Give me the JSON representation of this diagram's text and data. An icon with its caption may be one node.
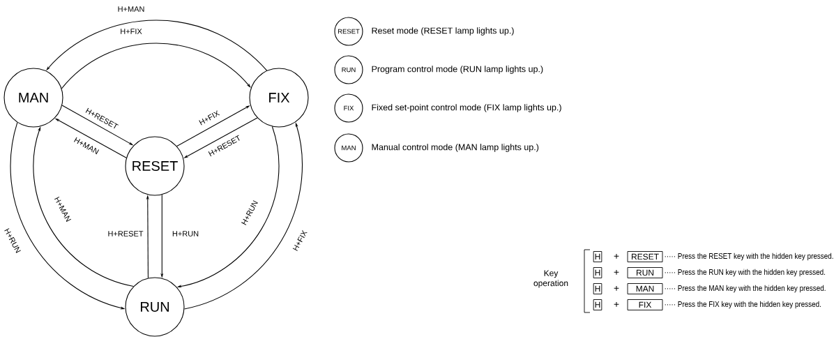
{
  "diagram": {
    "nodes": [
      {
        "text": [
          "MAN"
        ]
      },
      {
        "text": [
          "FIX"
        ]
      },
      {
        "text": [
          "RESET"
        ]
      },
      {
        "text": [
          "RUN"
        ]
      },
      {
        "text": [
          "RESET"
        ],
        "beside": [
          "Reset mode (RESET lamp lights up.)"
        ]
      },
      {
        "text": [
          "RUN"
        ],
        "beside": [
          "Program control mode (RUN lamp lights up.)"
        ]
      },
      {
        "text": [
          "FIX"
        ],
        "beside": [
          "Fixed set-point control mode (FIX lamp lights up.)"
        ]
      },
      {
        "text": [
          "MAN"
        ],
        "beside": [
          "Manual control mode (MAN lamp lights up.)"
        ]
      }
    ],
    "edges": [
      {
        "from": 1,
        "to": 0,
        "arrow": "to",
        "label": "H+MAN"
      },
      {
        "from": 0,
        "to": 1,
        "arrow": "to",
        "label": "H+FIX"
      },
      {
        "from": 0,
        "to": 2,
        "arrow": "to",
        "label": "H+RESET"
      },
      {
        "from": 2,
        "to": 0,
        "arrow": "to",
        "label": "H+MAN"
      },
      {
        "from": 2,
        "to": 1,
        "arrow": "to",
        "label": "H+FIX"
      },
      {
        "from": 1,
        "to": 2,
        "arrow": "to",
        "label": "H+RESET"
      },
      {
        "from": 3,
        "to": 2,
        "arrow": "to",
        "label": "H+RESET"
      },
      {
        "from": 2,
        "to": 3,
        "arrow": "to",
        "label": "H+RUN"
      },
      {
        "from": 0,
        "to": 3,
        "arrow": "to",
        "label": "H+RUN"
      },
      {
        "from": 3,
        "to": 0,
        "arrow": "to",
        "label": "H+MAN"
      },
      {
        "from": 1,
        "to": 3,
        "arrow": "to",
        "label": "H+RUN"
      },
      {
        "from": 3,
        "to": 1,
        "arrow": "to",
        "label": "H+FIX"
      }
    ],
    "labels": [
      "Key operation",
      "H",
      "+",
      "RESET",
      "····· Press the RESET key with the hidden key pressed.",
      "H",
      "+",
      "RUN",
      "····· Press the RUN key with the hidden key pressed.",
      "H",
      "+",
      "MAN",
      "····· Press the MAN key with the hidden key pressed.",
      "H",
      "+",
      "FIX",
      "····· Press the FIX key with the hidden key pressed."
    ]
  }
}
